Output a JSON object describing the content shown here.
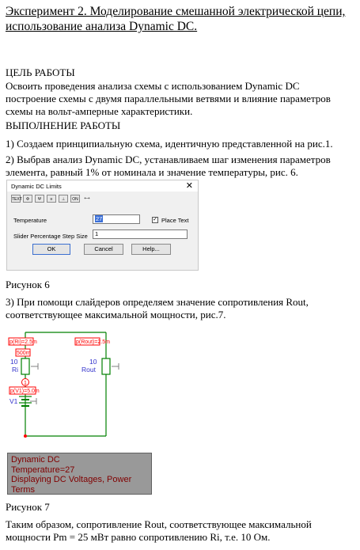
{
  "doc": {
    "title": "Эксперимент 2. Моделирование смешанной электрической цепи, использование анализа Dynamic DC.",
    "goal_heading": "ЦЕЛЬ РАБОТЫ",
    "goal_text": "Освоить проведения анализа схемы с использованием Dynamic DC построение схемы с двумя параллельными ветвями и влияние параметров схемы на вольт-амперные характеристики.",
    "work_heading": "ВЫПОЛНЕНИЕ РАБОТЫ",
    "step1": "1) Создаем принципиальную схема, идентичную представленной на рис.1.",
    "step2": "2) Выбрав анализ Dynamic DC, устанавливаем шаг изменения параметров элемента, равный 1% от номинала и значение температуры, рис. 6.",
    "fig6_caption": "Рисунок 6",
    "step3": "3) При помощи слайдеров определяем значение сопротивления Rout, соответствующее максимальной мощности, рис.7.",
    "fig7_caption": "Рисунок 7",
    "conclusion": "Таким образом, сопротивление Rout, соответствующее максимальной мощности Pm = 25 мВт равно сопротивлению Ri, т.е. 10 Ом."
  },
  "dialog": {
    "title": "Dynamic DC Limits",
    "close": "✕",
    "toolbar": [
      "TEXT",
      "Ф",
      "Ψ",
      "≡",
      "⊥",
      "ON",
      "⟷"
    ],
    "temperature_label": "Temperature",
    "temperature_value": "27",
    "place_text_label": "Place Text",
    "place_text_check": "✓",
    "slider_label": "Slider Percentage Step Size",
    "slider_value": "1",
    "ok": "OK",
    "cancel": "Cancel",
    "help": "Help..."
  },
  "schematic": {
    "p1": "p(Ri)=2.5m",
    "p2": "p(Rout)=2.5m",
    "current": "500m",
    "ri_value": "10",
    "ri_name": "Ri",
    "rout_value": "10",
    "rout_name": "Rout",
    "node": "1",
    "pv1": "p(V1)=5.0m",
    "v1_name": "V1",
    "status_lines": [
      "Dynamic DC",
      "Temperature=27",
      "Displaying DC Voltages, Power Terms"
    ]
  },
  "colors": {
    "wire": "#008000",
    "label": "#ff0000",
    "status_text": "#800000",
    "status_bg": "#999999"
  }
}
